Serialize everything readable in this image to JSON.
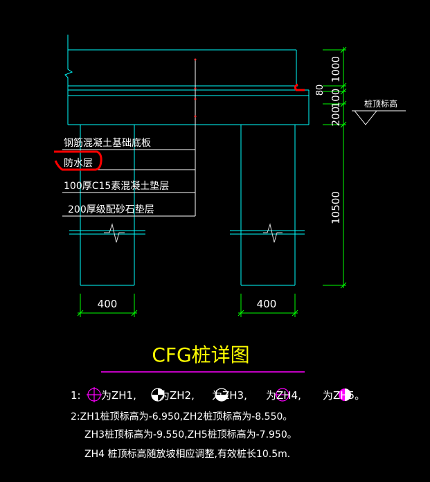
{
  "colors": {
    "background": "#000000",
    "outline": "#00ffff",
    "dimension": "#00ff00",
    "text": "#ffffff",
    "title": "#ffff00",
    "underline": "#ff00ff",
    "markup": "#ff0000"
  },
  "layers": [
    "钢筋混凝土基础底板",
    "防水层",
    "100厚C15素混凝土垫层",
    "200厚级配砂石垫层"
  ],
  "dimensions": {
    "vertical": [
      "1000",
      "80",
      "100",
      "200",
      "10500"
    ],
    "pile_widths": [
      "400",
      "400"
    ]
  },
  "elevation_label": "桩顶标高",
  "title": "CFG桩详图",
  "notes": {
    "line1": {
      "prefix": "1:",
      "items": [
        "为ZH1,",
        "为ZH2,",
        "为ZH3,",
        "为ZH4,",
        "为ZH5。"
      ]
    },
    "line2": "2:ZH1桩顶标高为-6.950,ZH2桩顶标高为-8.550。",
    "line3": "ZH3桩顶标高为-9.550,ZH5桩顶标高为-7.950。",
    "line4": "ZH4 桩顶标高随放坡相应调整,有效桩长10.5m."
  },
  "icons": [
    "pile-symbol-cross-icon",
    "pile-symbol-quadrant-icon",
    "pile-symbol-half-icon",
    "pile-symbol-magenta-icon",
    "pile-symbol-magenta-filled-icon"
  ]
}
